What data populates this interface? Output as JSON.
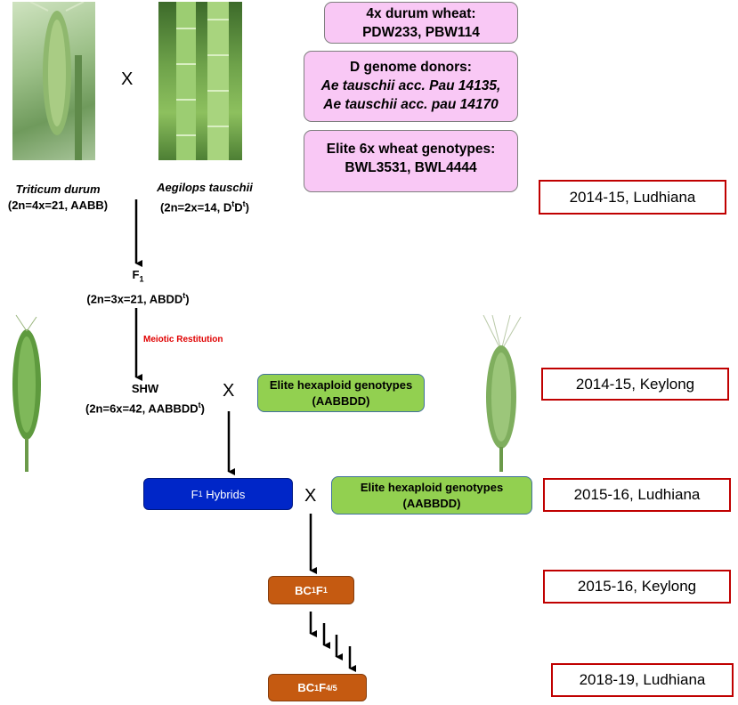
{
  "colors": {
    "pink_box": "#f9c8f5",
    "green_box": "#92d050",
    "blue_box": "#0026c8",
    "orange_box": "#c55a11",
    "red_outline": "#c00000",
    "meiotic_text": "#e00000"
  },
  "cross_symbol": "X",
  "parents": {
    "durum": {
      "name": "Triticum durum",
      "formula": "(2n=4x=21, AABB)"
    },
    "tauschii": {
      "name": "Aegilops tauschii",
      "formula_pre": "(2n=2x=14, D",
      "sup1": "t",
      "formula_mid": "D",
      "sup2": "t",
      "formula_post": ")"
    }
  },
  "info_boxes": {
    "durum_wheat": {
      "line1": "4x durum wheat:",
      "line2": "PDW233, PBW114"
    },
    "d_genome": {
      "line1": "D genome donors:",
      "line2": "Ae tauschii acc. Pau 14135,",
      "line3": "Ae tauschii acc. pau 14170"
    },
    "elite_6x": {
      "line1": "Elite 6x wheat genotypes:",
      "line2": "BWL3531, BWL4444"
    }
  },
  "f1": {
    "main": "F",
    "sub": "1",
    "formula_pre": "(2n=3x=21, ABDD",
    "sup": "t",
    "formula_post": ")"
  },
  "meiotic": "Meiotic Restitution",
  "shw": {
    "main": "SHW",
    "formula_pre": "(2n=6x=42, AABBDD",
    "sup": "t",
    "formula_post": ")"
  },
  "elite_hex_1": {
    "line1": "Elite hexaploid genotypes",
    "line2": "(AABBDD)"
  },
  "elite_hex_2": {
    "line1": "Elite hexaploid genotypes",
    "line2": "(AABBDD)"
  },
  "f1_hybrids": {
    "main": "F",
    "sub": "1",
    "rest": " Hybrids"
  },
  "bc1f1": {
    "a": "BC",
    "sub1": "1",
    "b": "F",
    "sub2": "1"
  },
  "bc1f45": {
    "a": "BC",
    "sub1": "1",
    "b": "F",
    "sub2": "4/5"
  },
  "seasons": [
    "2014-15, Ludhiana",
    "2014-15, Keylong",
    "2015-16, Ludhiana",
    "2015-16, Keylong",
    "2018-19, Ludhiana"
  ]
}
